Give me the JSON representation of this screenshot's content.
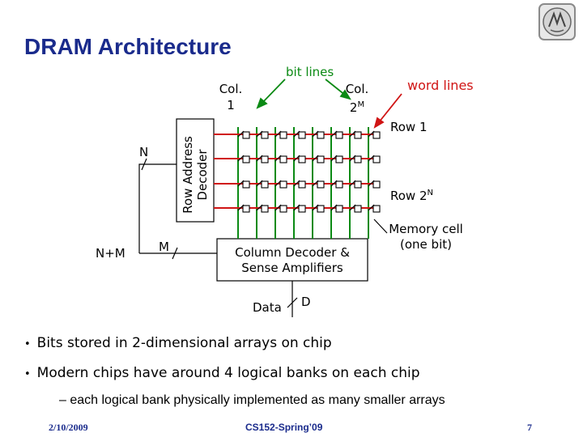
{
  "title": "DRAM Architecture",
  "diagram": {
    "bit_lines_label": "bit lines",
    "col_first_label": "Col.",
    "col_first_index": "1",
    "col_last_label": "Col.",
    "col_last_index_base": "2",
    "col_last_index_exp": "M",
    "word_lines_label": "word lines",
    "row_first_label": "Row 1",
    "row_last_label_base": "Row 2",
    "row_last_label_exp": "N",
    "row_decoder_line1": "Row Address",
    "row_decoder_line2": "Decoder",
    "n_label": "N",
    "nm_label": "N+M",
    "m_label": "M",
    "col_decoder_line1": "Column Decoder &",
    "col_decoder_line2": "Sense Amplifiers",
    "data_label": "Data",
    "d_label": "D",
    "memory_cell_line1": "Memory cell",
    "memory_cell_line2": "(one bit)",
    "colors": {
      "title": "#1a2b8c",
      "bit_lines": "#0b8a14",
      "word_lines": "#d01414",
      "footer": "#1a2b8c"
    }
  },
  "bullets": [
    "Bits stored in 2-dimensional arrays on chip",
    "Modern chips have around 4 logical banks on each chip"
  ],
  "sub_bullets": [
    "– each logical bank physically implemented as many smaller arrays"
  ],
  "footer": {
    "date": "2/10/2009",
    "course": "CS152-Spring’09",
    "page": "7"
  },
  "logo_icon": "university-seal-icon"
}
